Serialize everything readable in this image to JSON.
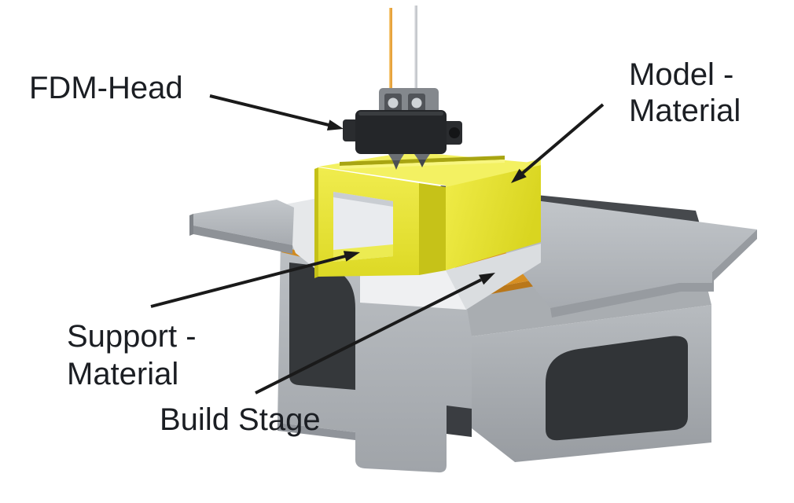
{
  "diagram": {
    "type": "labeled-illustration",
    "subject": "FDM (Fused Deposition Modeling) process schematic with labeled parts",
    "labels": {
      "fdm_head": "FDM-Head",
      "model_material": [
        "Model -",
        "Material"
      ],
      "support_material": [
        "Support -",
        "Material"
      ],
      "build_stage": "Build Stage"
    },
    "colors": {
      "background": "#ffffff",
      "label_text": "#1b1e23",
      "arrow": "#1a1a1a",
      "model_yellow": "#e9e532",
      "model_yellow_light": "#f3f162",
      "model_yellow_dark": "#c6c218",
      "support_white": "#eff0f2",
      "support_shade": "#dadde0",
      "stage_orange": "#dd9328",
      "stage_orange_dark": "#b9771a",
      "platform_gray": "#b5b9be",
      "platform_gray_dark": "#94989d",
      "interior_dark": "#35383b",
      "head_black": "#242629",
      "bracket_gray": "#84888d",
      "filament_orange": "#e7a33b",
      "filament_gray": "#c6c9cd"
    }
  }
}
